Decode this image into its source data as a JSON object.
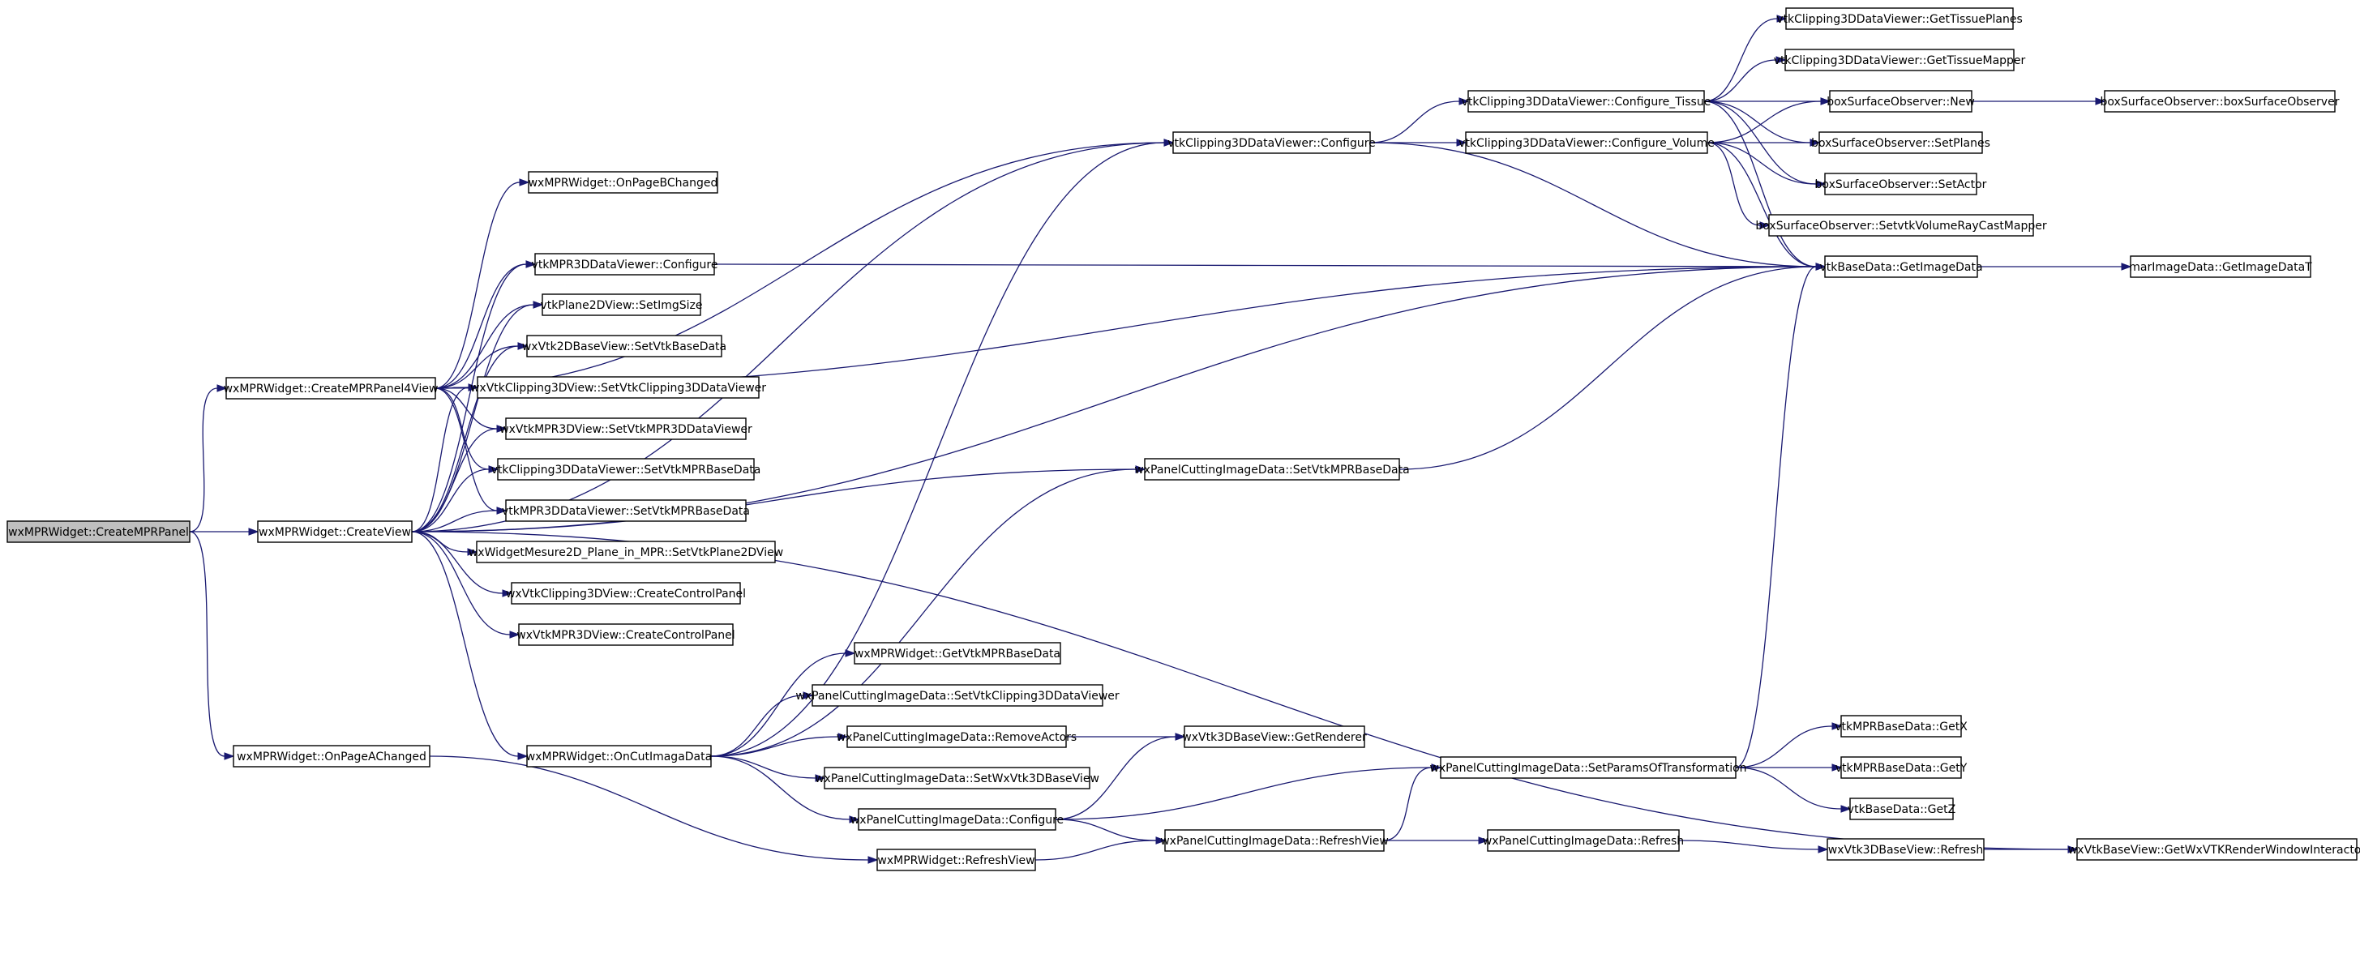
{
  "colors": {
    "edge": "#191970",
    "node_fill": "#ffffff",
    "root_fill": "#bfbfbf",
    "node_border": "#000000"
  },
  "nodes": [
    {
      "id": "n0",
      "label": "wxMPRWidget::CreateMPRPanel",
      "root": true
    },
    {
      "id": "n1",
      "label": "wxMPRWidget::CreateMPRPanel4View"
    },
    {
      "id": "n2",
      "label": "wxMPRWidget::CreateView"
    },
    {
      "id": "n3",
      "label": "wxMPRWidget::OnPageAChanged"
    },
    {
      "id": "n4",
      "label": "wxMPRWidget::OnPageBChanged"
    },
    {
      "id": "n5",
      "label": "vtkMPR3DDataViewer::Configure"
    },
    {
      "id": "n6",
      "label": "vtkPlane2DView::SetImgSize"
    },
    {
      "id": "n7",
      "label": "wxVtk2DBaseView::SetVtkBaseData"
    },
    {
      "id": "n8",
      "label": "wxVtkClipping3DView::SetVtkClipping3DDataViewer"
    },
    {
      "id": "n9",
      "label": "wxVtkMPR3DView::SetVtkMPR3DDataViewer"
    },
    {
      "id": "n10",
      "label": "vtkClipping3DDataViewer::SetVtkMPRBaseData"
    },
    {
      "id": "n11",
      "label": "vtkMPR3DDataViewer::SetVtkMPRBaseData"
    },
    {
      "id": "n12",
      "label": "wxWidgetMesure2D_Plane_in_MPR::SetVtkPlane2DView"
    },
    {
      "id": "n13",
      "label": "wxVtkClipping3DView::CreateControlPanel"
    },
    {
      "id": "n14",
      "label": "wxVtkMPR3DView::CreateControlPanel"
    },
    {
      "id": "n15",
      "label": "wxMPRWidget::OnCutImagaData"
    },
    {
      "id": "n16",
      "label": "wxMPRWidget::GetVtkMPRBaseData"
    },
    {
      "id": "n17",
      "label": "wxPanelCuttingImageData::SetVtkClipping3DDataViewer"
    },
    {
      "id": "n18",
      "label": "wxPanelCuttingImageData::RemoveActors"
    },
    {
      "id": "n19",
      "label": "wxPanelCuttingImageData::SetWxVtk3DBaseView"
    },
    {
      "id": "n20",
      "label": "wxPanelCuttingImageData::Configure"
    },
    {
      "id": "n21",
      "label": "wxMPRWidget::RefreshView"
    },
    {
      "id": "n22",
      "label": "vtkClipping3DDataViewer::Configure"
    },
    {
      "id": "n23",
      "label": "wxPanelCuttingImageData::SetVtkMPRBaseData"
    },
    {
      "id": "n24",
      "label": "wxVtk3DBaseView::GetRenderer"
    },
    {
      "id": "n25",
      "label": "wxPanelCuttingImageData::RefreshView"
    },
    {
      "id": "n26",
      "label": "vtkClipping3DDataViewer::Configure_Tissue"
    },
    {
      "id": "n27",
      "label": "vtkClipping3DDataViewer::Configure_Volume"
    },
    {
      "id": "n28",
      "label": "wxPanelCuttingImageData::SetParamsOfTransformation"
    },
    {
      "id": "n29",
      "label": "wxPanelCuttingImageData::Refresh"
    },
    {
      "id": "n30",
      "label": "vtkClipping3DDataViewer::GetTissuePlanes"
    },
    {
      "id": "n31",
      "label": "vtkClipping3DDataViewer::GetTissueMapper"
    },
    {
      "id": "n32",
      "label": "boxSurfaceObserver::New"
    },
    {
      "id": "n33",
      "label": "boxSurfaceObserver::SetPlanes"
    },
    {
      "id": "n34",
      "label": "boxSurfaceObserver::SetActor"
    },
    {
      "id": "n35",
      "label": "boxSurfaceObserver::SetvtkVolumeRayCastMapper"
    },
    {
      "id": "n36",
      "label": "vtkBaseData::GetImageData"
    },
    {
      "id": "n37",
      "label": "vtkMPRBaseData::GetX"
    },
    {
      "id": "n38",
      "label": "vtkMPRBaseData::GetY"
    },
    {
      "id": "n39",
      "label": "vtkBaseData::GetZ"
    },
    {
      "id": "n40",
      "label": "wxVtk3DBaseView::Refresh"
    },
    {
      "id": "n41",
      "label": "boxSurfaceObserver::boxSurfaceObserver"
    },
    {
      "id": "n42",
      "label": "marImageData::GetImageDataT"
    },
    {
      "id": "n43",
      "label": "wxVtkBaseView::GetWxVTKRenderWindowInteractor"
    }
  ],
  "edges": [
    [
      "n0",
      "n1"
    ],
    [
      "n0",
      "n2"
    ],
    [
      "n0",
      "n3"
    ],
    [
      "n1",
      "n4"
    ],
    [
      "n1",
      "n5"
    ],
    [
      "n1",
      "n6"
    ],
    [
      "n1",
      "n7"
    ],
    [
      "n1",
      "n8"
    ],
    [
      "n1",
      "n9"
    ],
    [
      "n1",
      "n10"
    ],
    [
      "n1",
      "n11"
    ],
    [
      "n1",
      "n22"
    ],
    [
      "n1",
      "n36"
    ],
    [
      "n2",
      "n5"
    ],
    [
      "n2",
      "n6"
    ],
    [
      "n2",
      "n7"
    ],
    [
      "n2",
      "n8"
    ],
    [
      "n2",
      "n9"
    ],
    [
      "n2",
      "n10"
    ],
    [
      "n2",
      "n11"
    ],
    [
      "n2",
      "n12"
    ],
    [
      "n2",
      "n13"
    ],
    [
      "n2",
      "n14"
    ],
    [
      "n2",
      "n15"
    ],
    [
      "n2",
      "n22"
    ],
    [
      "n2",
      "n23"
    ],
    [
      "n2",
      "n36"
    ],
    [
      "n2",
      "n43"
    ],
    [
      "n3",
      "n21"
    ],
    [
      "n5",
      "n36"
    ],
    [
      "n15",
      "n16"
    ],
    [
      "n15",
      "n17"
    ],
    [
      "n15",
      "n18"
    ],
    [
      "n15",
      "n19"
    ],
    [
      "n15",
      "n20"
    ],
    [
      "n15",
      "n22"
    ],
    [
      "n15",
      "n23"
    ],
    [
      "n18",
      "n24"
    ],
    [
      "n20",
      "n24"
    ],
    [
      "n20",
      "n25"
    ],
    [
      "n20",
      "n28"
    ],
    [
      "n21",
      "n25"
    ],
    [
      "n22",
      "n26"
    ],
    [
      "n22",
      "n27"
    ],
    [
      "n22",
      "n36"
    ],
    [
      "n23",
      "n36"
    ],
    [
      "n25",
      "n28"
    ],
    [
      "n25",
      "n29"
    ],
    [
      "n26",
      "n30"
    ],
    [
      "n26",
      "n31"
    ],
    [
      "n26",
      "n32"
    ],
    [
      "n26",
      "n33"
    ],
    [
      "n26",
      "n34"
    ],
    [
      "n26",
      "n36"
    ],
    [
      "n27",
      "n32"
    ],
    [
      "n27",
      "n33"
    ],
    [
      "n27",
      "n34"
    ],
    [
      "n27",
      "n35"
    ],
    [
      "n27",
      "n36"
    ],
    [
      "n28",
      "n36"
    ],
    [
      "n28",
      "n37"
    ],
    [
      "n28",
      "n38"
    ],
    [
      "n28",
      "n39"
    ],
    [
      "n29",
      "n40"
    ],
    [
      "n32",
      "n41"
    ],
    [
      "n36",
      "n42"
    ],
    [
      "n40",
      "n43"
    ]
  ]
}
